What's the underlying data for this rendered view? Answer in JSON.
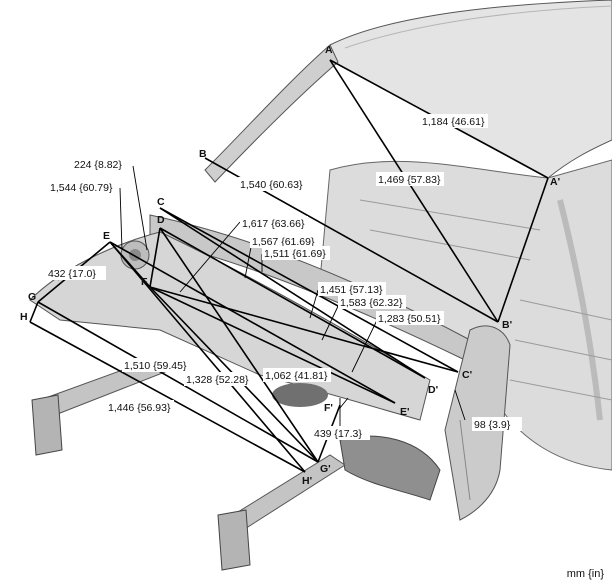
{
  "unit_note": "mm {in}",
  "points": {
    "A": "A",
    "A2": "A'",
    "B": "B",
    "B2": "B'",
    "C": "C",
    "C2": "C'",
    "D": "D",
    "D2": "D'",
    "E": "E",
    "E2": "E'",
    "F": "F",
    "F2": "F'",
    "G": "G",
    "G2": "G'",
    "H": "H",
    "H2": "H'"
  },
  "dimensions": {
    "d1184": "1,184 {46.61}",
    "d1469": "1,469 {57.83}",
    "d1540": "1,540 {60.63}",
    "d224": "224 {8.82}",
    "d1544": "1,544 {60.79}",
    "d1617": "1,617 {63.66}",
    "d1567": "1,567 {61.69}",
    "d1511": "1,511 {61.69}",
    "d432": "432 {17.0}",
    "d1451": "1,451 {57.13}",
    "d1583": "1,583 {62.32}",
    "d1283": "1,283 {50.51}",
    "d1510": "1,510 {59.45}",
    "d1328": "1,328 {52.28}",
    "d1062": "1,062 {41.81}",
    "d1446": "1,446 {56.93}",
    "d439": "439 {17.3}",
    "d98": "98 {3.9}"
  }
}
